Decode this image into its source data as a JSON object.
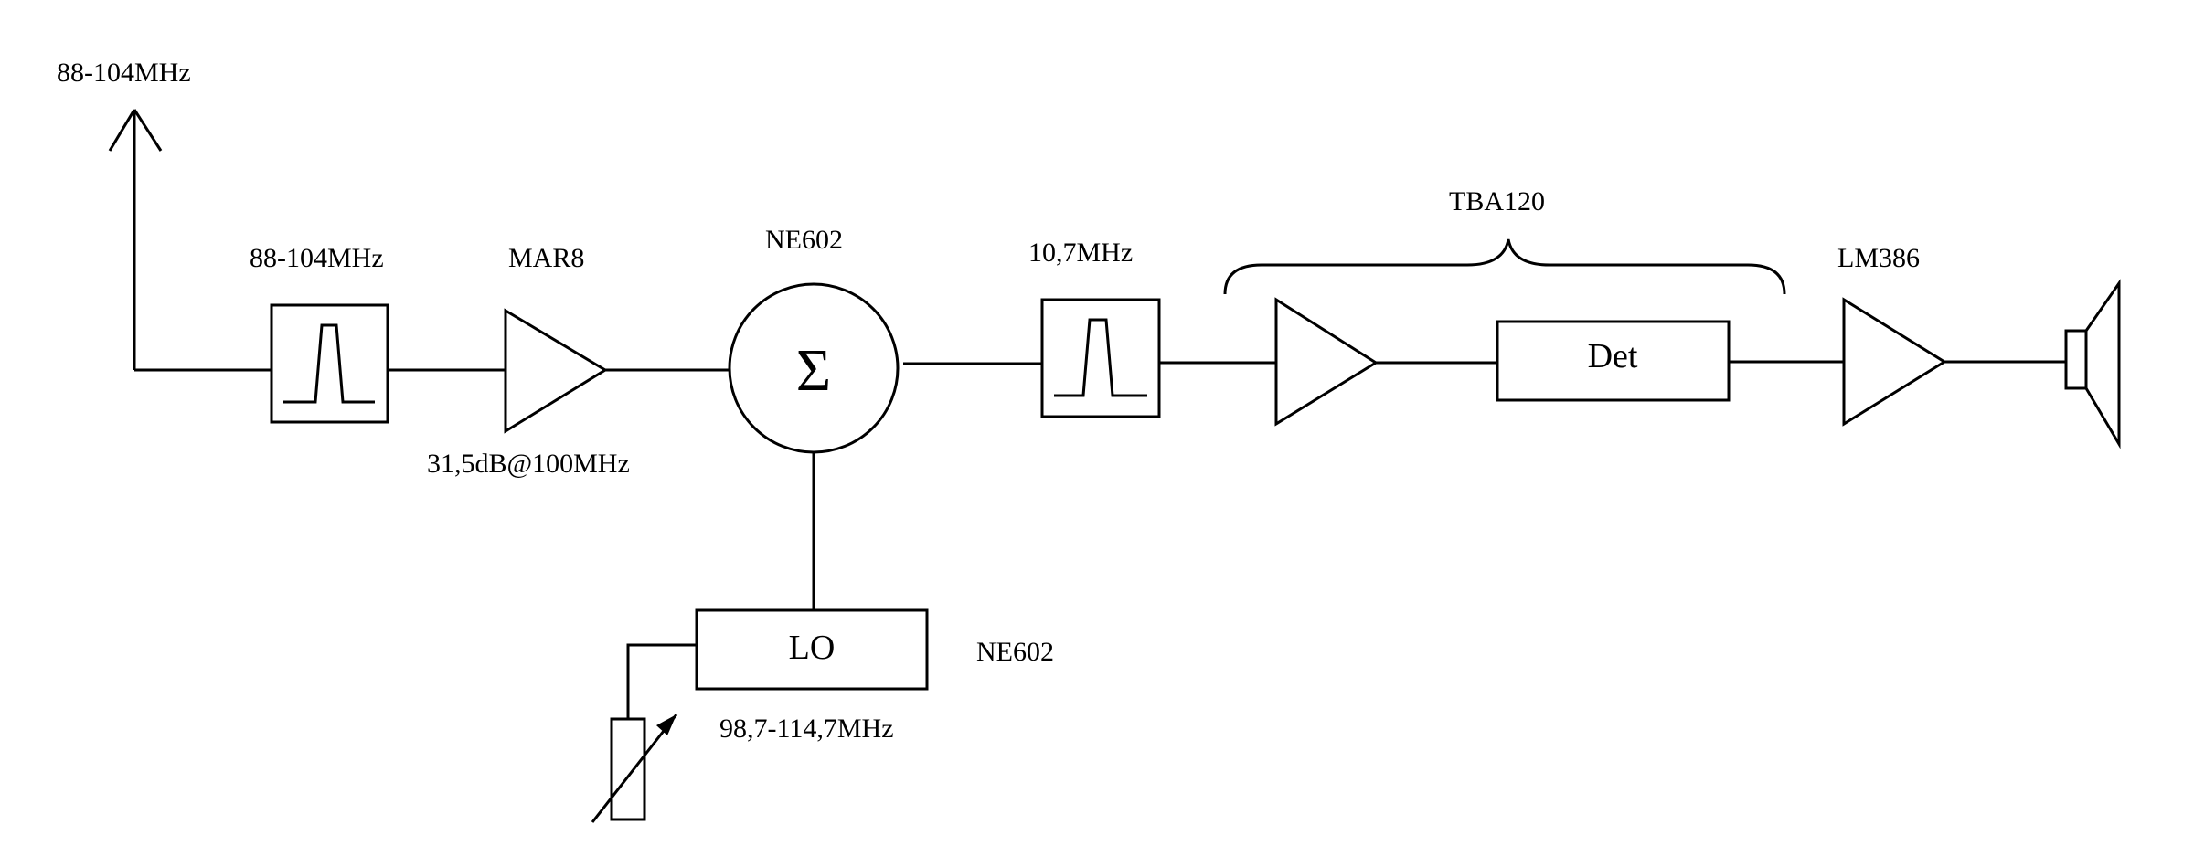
{
  "labels": {
    "antenna_band": "88-104MHz",
    "rf_filter": "88-104MHz",
    "rf_amp": "MAR8",
    "rf_amp_gain": "31,5dB@100MHz",
    "mixer": "NE602",
    "mixer_symbol": "Σ",
    "if_filter": "10,7MHz",
    "if_chip": "TBA120",
    "detector": "Det",
    "audio_amp": "LM386",
    "lo": "LO",
    "lo_chip": "NE602",
    "lo_range": "98,7-114,7MHz"
  }
}
